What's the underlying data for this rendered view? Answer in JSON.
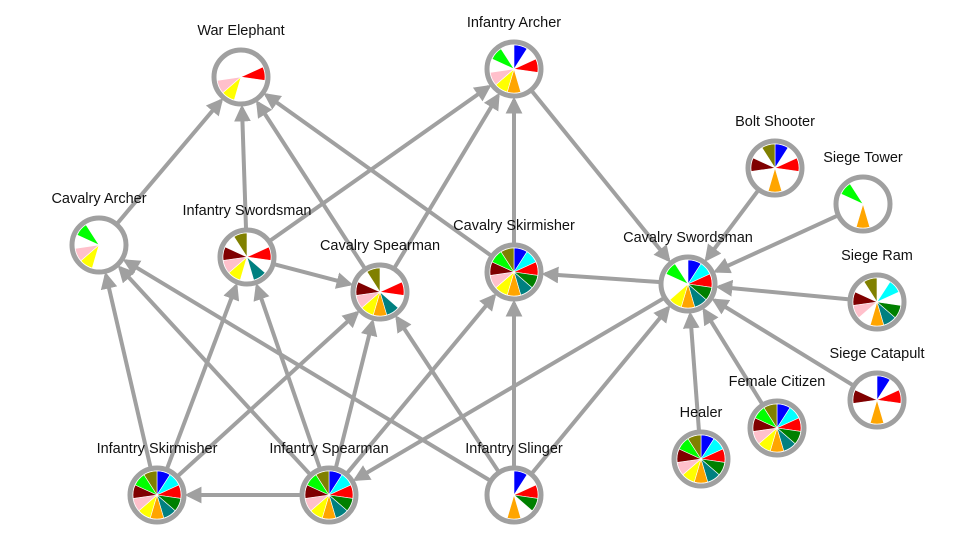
{
  "colors": {
    "edge": "#a0a0a0",
    "ring": "#a0a0a0",
    "background": "#ffffff"
  },
  "palette": [
    "#0000ff",
    "#00ffff",
    "#ff0000",
    "#008000",
    "#008080",
    "#ffa500",
    "#ffff00",
    "#ffc0cb",
    "#800000",
    "#00ff00",
    "#808000"
  ],
  "nodes": [
    {
      "id": "war-elephant",
      "label": "War Elephant",
      "slices": [
        2,
        7,
        6
      ]
    },
    {
      "id": "infantry-archer",
      "label": "Infantry Archer",
      "slices": [
        0,
        2,
        5,
        6,
        7,
        9
      ]
    },
    {
      "id": "cavalry-archer",
      "label": "Cavalry Archer",
      "slices": [
        6,
        7,
        9
      ]
    },
    {
      "id": "infantry-swordsman",
      "label": "Infantry Swordsman",
      "slices": [
        2,
        4,
        6,
        7,
        8,
        10
      ]
    },
    {
      "id": "cavalry-spearman",
      "label": "Cavalry Spearman",
      "slices": [
        2,
        4,
        5,
        6,
        7,
        8,
        10
      ]
    },
    {
      "id": "cavalry-skirmisher",
      "label": "Cavalry Skirmisher",
      "slices": [
        0,
        1,
        2,
        3,
        4,
        5,
        6,
        7,
        8,
        9,
        10
      ]
    },
    {
      "id": "cavalry-swordsman",
      "label": "Cavalry Swordsman",
      "slices": [
        0,
        1,
        2,
        3,
        4,
        5,
        6,
        9
      ]
    },
    {
      "id": "bolt-shooter",
      "label": "Bolt Shooter",
      "slices": [
        0,
        2,
        5,
        8,
        10
      ]
    },
    {
      "id": "siege-tower",
      "label": "Siege Tower",
      "slices": [
        9,
        5
      ]
    },
    {
      "id": "siege-ram",
      "label": "Siege Ram",
      "slices": [
        1,
        3,
        4,
        5,
        7,
        8,
        10
      ]
    },
    {
      "id": "siege-catapult",
      "label": "Siege Catapult",
      "slices": [
        0,
        2,
        5,
        8
      ]
    },
    {
      "id": "female-citizen",
      "label": "Female Citizen",
      "slices": [
        0,
        1,
        2,
        3,
        4,
        5,
        6,
        7,
        8,
        9,
        10
      ]
    },
    {
      "id": "healer",
      "label": "Healer",
      "slices": [
        0,
        1,
        2,
        3,
        4,
        5,
        6,
        7,
        8,
        9,
        10
      ]
    },
    {
      "id": "infantry-skirmisher",
      "label": "Infantry Skirmisher",
      "slices": [
        0,
        1,
        2,
        3,
        4,
        5,
        6,
        7,
        8,
        9,
        10
      ]
    },
    {
      "id": "infantry-spearman",
      "label": "Infantry Spearman",
      "slices": [
        0,
        1,
        2,
        3,
        4,
        5,
        6,
        7,
        8,
        9,
        10
      ]
    },
    {
      "id": "infantry-slinger",
      "label": "Infantry Slinger",
      "slices": [
        0,
        2,
        3,
        5
      ]
    }
  ],
  "edges": [
    {
      "from": "cavalry-archer",
      "to": "war-elephant"
    },
    {
      "from": "infantry-swordsman",
      "to": "war-elephant"
    },
    {
      "from": "cavalry-spearman",
      "to": "war-elephant"
    },
    {
      "from": "cavalry-skirmisher",
      "to": "war-elephant"
    },
    {
      "from": "infantry-swordsman",
      "to": "infantry-archer"
    },
    {
      "from": "cavalry-spearman",
      "to": "infantry-archer"
    },
    {
      "from": "cavalry-skirmisher",
      "to": "infantry-archer"
    },
    {
      "from": "infantry-archer",
      "to": "cavalry-swordsman"
    },
    {
      "from": "infantry-swordsman",
      "to": "cavalry-spearman"
    },
    {
      "from": "cavalry-swordsman",
      "to": "cavalry-skirmisher"
    },
    {
      "from": "bolt-shooter",
      "to": "cavalry-swordsman"
    },
    {
      "from": "siege-tower",
      "to": "cavalry-swordsman"
    },
    {
      "from": "siege-ram",
      "to": "cavalry-swordsman"
    },
    {
      "from": "siege-catapult",
      "to": "cavalry-swordsman"
    },
    {
      "from": "female-citizen",
      "to": "cavalry-swordsman"
    },
    {
      "from": "healer",
      "to": "cavalry-swordsman"
    },
    {
      "from": "infantry-slinger",
      "to": "cavalry-swordsman"
    },
    {
      "from": "cavalry-swordsman",
      "to": "infantry-spearman"
    },
    {
      "from": "infantry-skirmisher",
      "to": "cavalry-archer"
    },
    {
      "from": "infantry-spearman",
      "to": "cavalry-archer"
    },
    {
      "from": "infantry-slinger",
      "to": "cavalry-archer"
    },
    {
      "from": "infantry-skirmisher",
      "to": "infantry-swordsman"
    },
    {
      "from": "infantry-spearman",
      "to": "infantry-swordsman"
    },
    {
      "from": "infantry-skirmisher",
      "to": "cavalry-spearman"
    },
    {
      "from": "infantry-spearman",
      "to": "cavalry-spearman"
    },
    {
      "from": "infantry-slinger",
      "to": "cavalry-spearman"
    },
    {
      "from": "infantry-spearman",
      "to": "cavalry-skirmisher"
    },
    {
      "from": "infantry-slinger",
      "to": "cavalry-skirmisher"
    },
    {
      "from": "infantry-spearman",
      "to": "infantry-skirmisher"
    }
  ]
}
